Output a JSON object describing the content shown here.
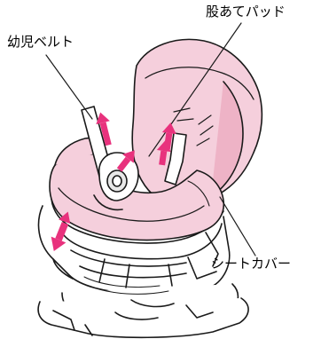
{
  "labels": {
    "crotch_pad": "股あてパッド",
    "infant_belt": "幼児ベルト",
    "seat_cover": "シートカバー"
  },
  "colors": {
    "cover_fill": "#f5cfdc",
    "cover_shade": "#eeb3c6",
    "arrow": "#e8327d",
    "outline": "#1a1a1a"
  },
  "icons": {
    "arrow": "upward/downward magenta arrows indicating belt and pad removal"
  }
}
